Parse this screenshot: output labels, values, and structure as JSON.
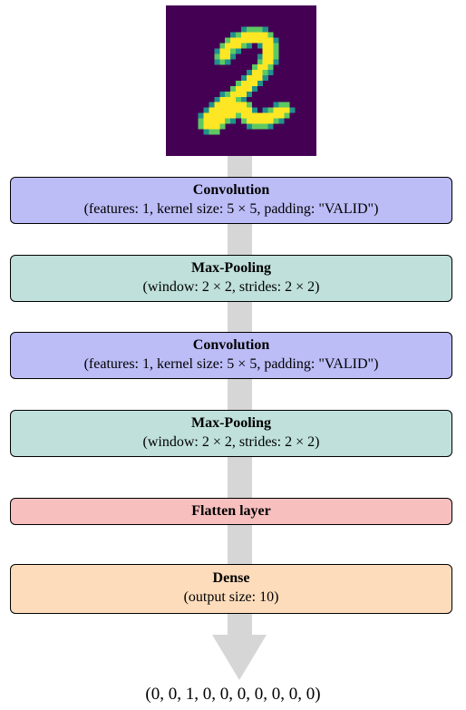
{
  "input_image": {
    "icon": "mnist-digit-2-heatmap",
    "colors": {
      "background": "#440154",
      "stroke": "#fde725",
      "edge": "#21918c",
      "mid": "#5ec962"
    }
  },
  "layers": [
    {
      "title": "Convolution",
      "detail": "(features: 1, kernel size: 5 × 5, padding: \"VALID\")",
      "color": "#bcbcf7"
    },
    {
      "title": "Max-Pooling",
      "detail": "(window: 2 × 2, strides: 2 × 2)",
      "color": "#bfe0db"
    },
    {
      "title": "Convolution",
      "detail": "(features: 1, kernel size: 5 × 5, padding: \"VALID\")",
      "color": "#bcbcf7"
    },
    {
      "title": "Max-Pooling",
      "detail": "(window: 2 × 2, strides: 2 × 2)",
      "color": "#bfe0db"
    },
    {
      "title": "Flatten layer",
      "color": "#f8bfbf"
    },
    {
      "title": "Dense",
      "detail": "(output size: 10)",
      "color": "#fddcbc"
    }
  ],
  "output": {
    "text": "(0, 0, 1, 0, 0, 0, 0, 0, 0, 0)"
  },
  "arrow": {
    "color": "#d6d6d6"
  }
}
